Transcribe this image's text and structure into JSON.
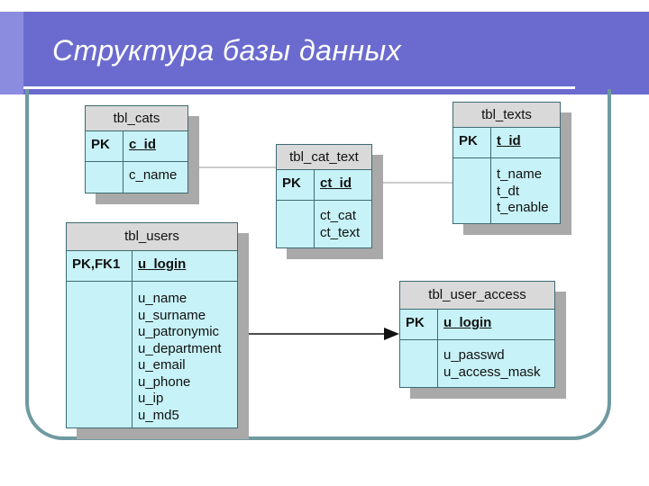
{
  "title": "Структура базы данных",
  "tables": {
    "tbl_cats": {
      "name": "tbl_cats",
      "key_label": "PK",
      "key_field": "c_id",
      "fields": [
        "c_name"
      ]
    },
    "tbl_cat_text": {
      "name": "tbl_cat_text",
      "key_label": "PK",
      "key_field": "ct_id",
      "fields": [
        "ct_cat",
        "ct_text"
      ]
    },
    "tbl_texts": {
      "name": "tbl_texts",
      "key_label": "PK",
      "key_field": "t_id",
      "fields": [
        "t_name",
        "t_dt",
        "t_enable"
      ]
    },
    "tbl_users": {
      "name": "tbl_users",
      "key_label": "PK,FK1",
      "key_field": "u_login",
      "fields": [
        "u_name",
        "u_surname",
        "u_patronymic",
        "u_department",
        "u_email",
        "u_phone",
        "u_ip",
        "u_md5"
      ]
    },
    "tbl_user_access": {
      "name": "tbl_user_access",
      "key_label": "PK",
      "key_field": "u_login",
      "fields": [
        "u_passwd",
        "u_access_mask"
      ]
    }
  },
  "colors": {
    "banner": "#6b6bcf",
    "table_fill": "#c7f2f7",
    "table_header": "#d9d9d9",
    "table_border": "#3e6a72",
    "shadow": "#a9a9a9",
    "frame": "#6e9aa0"
  }
}
